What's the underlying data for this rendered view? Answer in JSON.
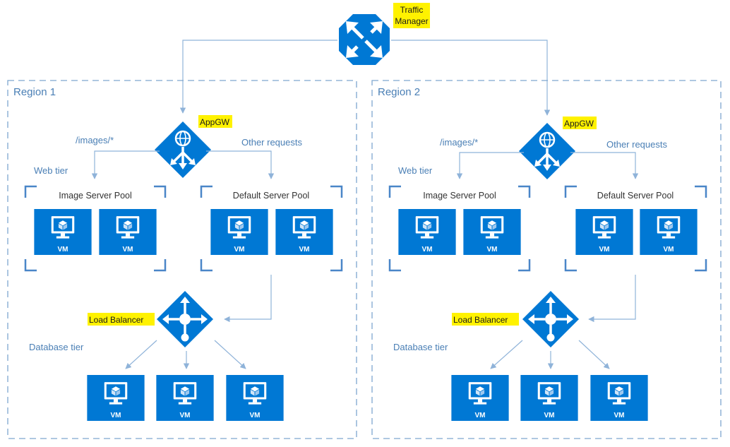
{
  "colors": {
    "accent": "#0078d4",
    "line": "#8fb3d9",
    "label": "#4a7fb5",
    "highlight": "#fff200",
    "border": "#7ea6cf"
  },
  "traffic_manager": {
    "line1": "Traffic",
    "line2": "Manager",
    "icon": "traffic-manager-icon"
  },
  "regions": [
    {
      "title": "Region 1",
      "appgw": "AppGW",
      "route_images": "/images/*",
      "route_other": "Other requests",
      "web_tier": "Web tier",
      "image_pool": {
        "title": "Image Server Pool",
        "vms": [
          "VM",
          "VM"
        ]
      },
      "default_pool": {
        "title": "Default Server Pool",
        "vms": [
          "VM",
          "VM"
        ]
      },
      "load_balancer": "Load Balancer",
      "db_tier": "Database tier",
      "db_vms": [
        "VM",
        "VM",
        "VM"
      ]
    },
    {
      "title": "Region 2",
      "appgw": "AppGW",
      "route_images": "/images/*",
      "route_other": "Other requests",
      "web_tier": "Web tier",
      "image_pool": {
        "title": "Image Server Pool",
        "vms": [
          "VM",
          "VM"
        ]
      },
      "default_pool": {
        "title": "Default Server Pool",
        "vms": [
          "VM",
          "VM"
        ]
      },
      "load_balancer": "Load Balancer",
      "db_tier": "Database tier",
      "db_vms": [
        "VM",
        "VM",
        "VM"
      ]
    }
  ]
}
